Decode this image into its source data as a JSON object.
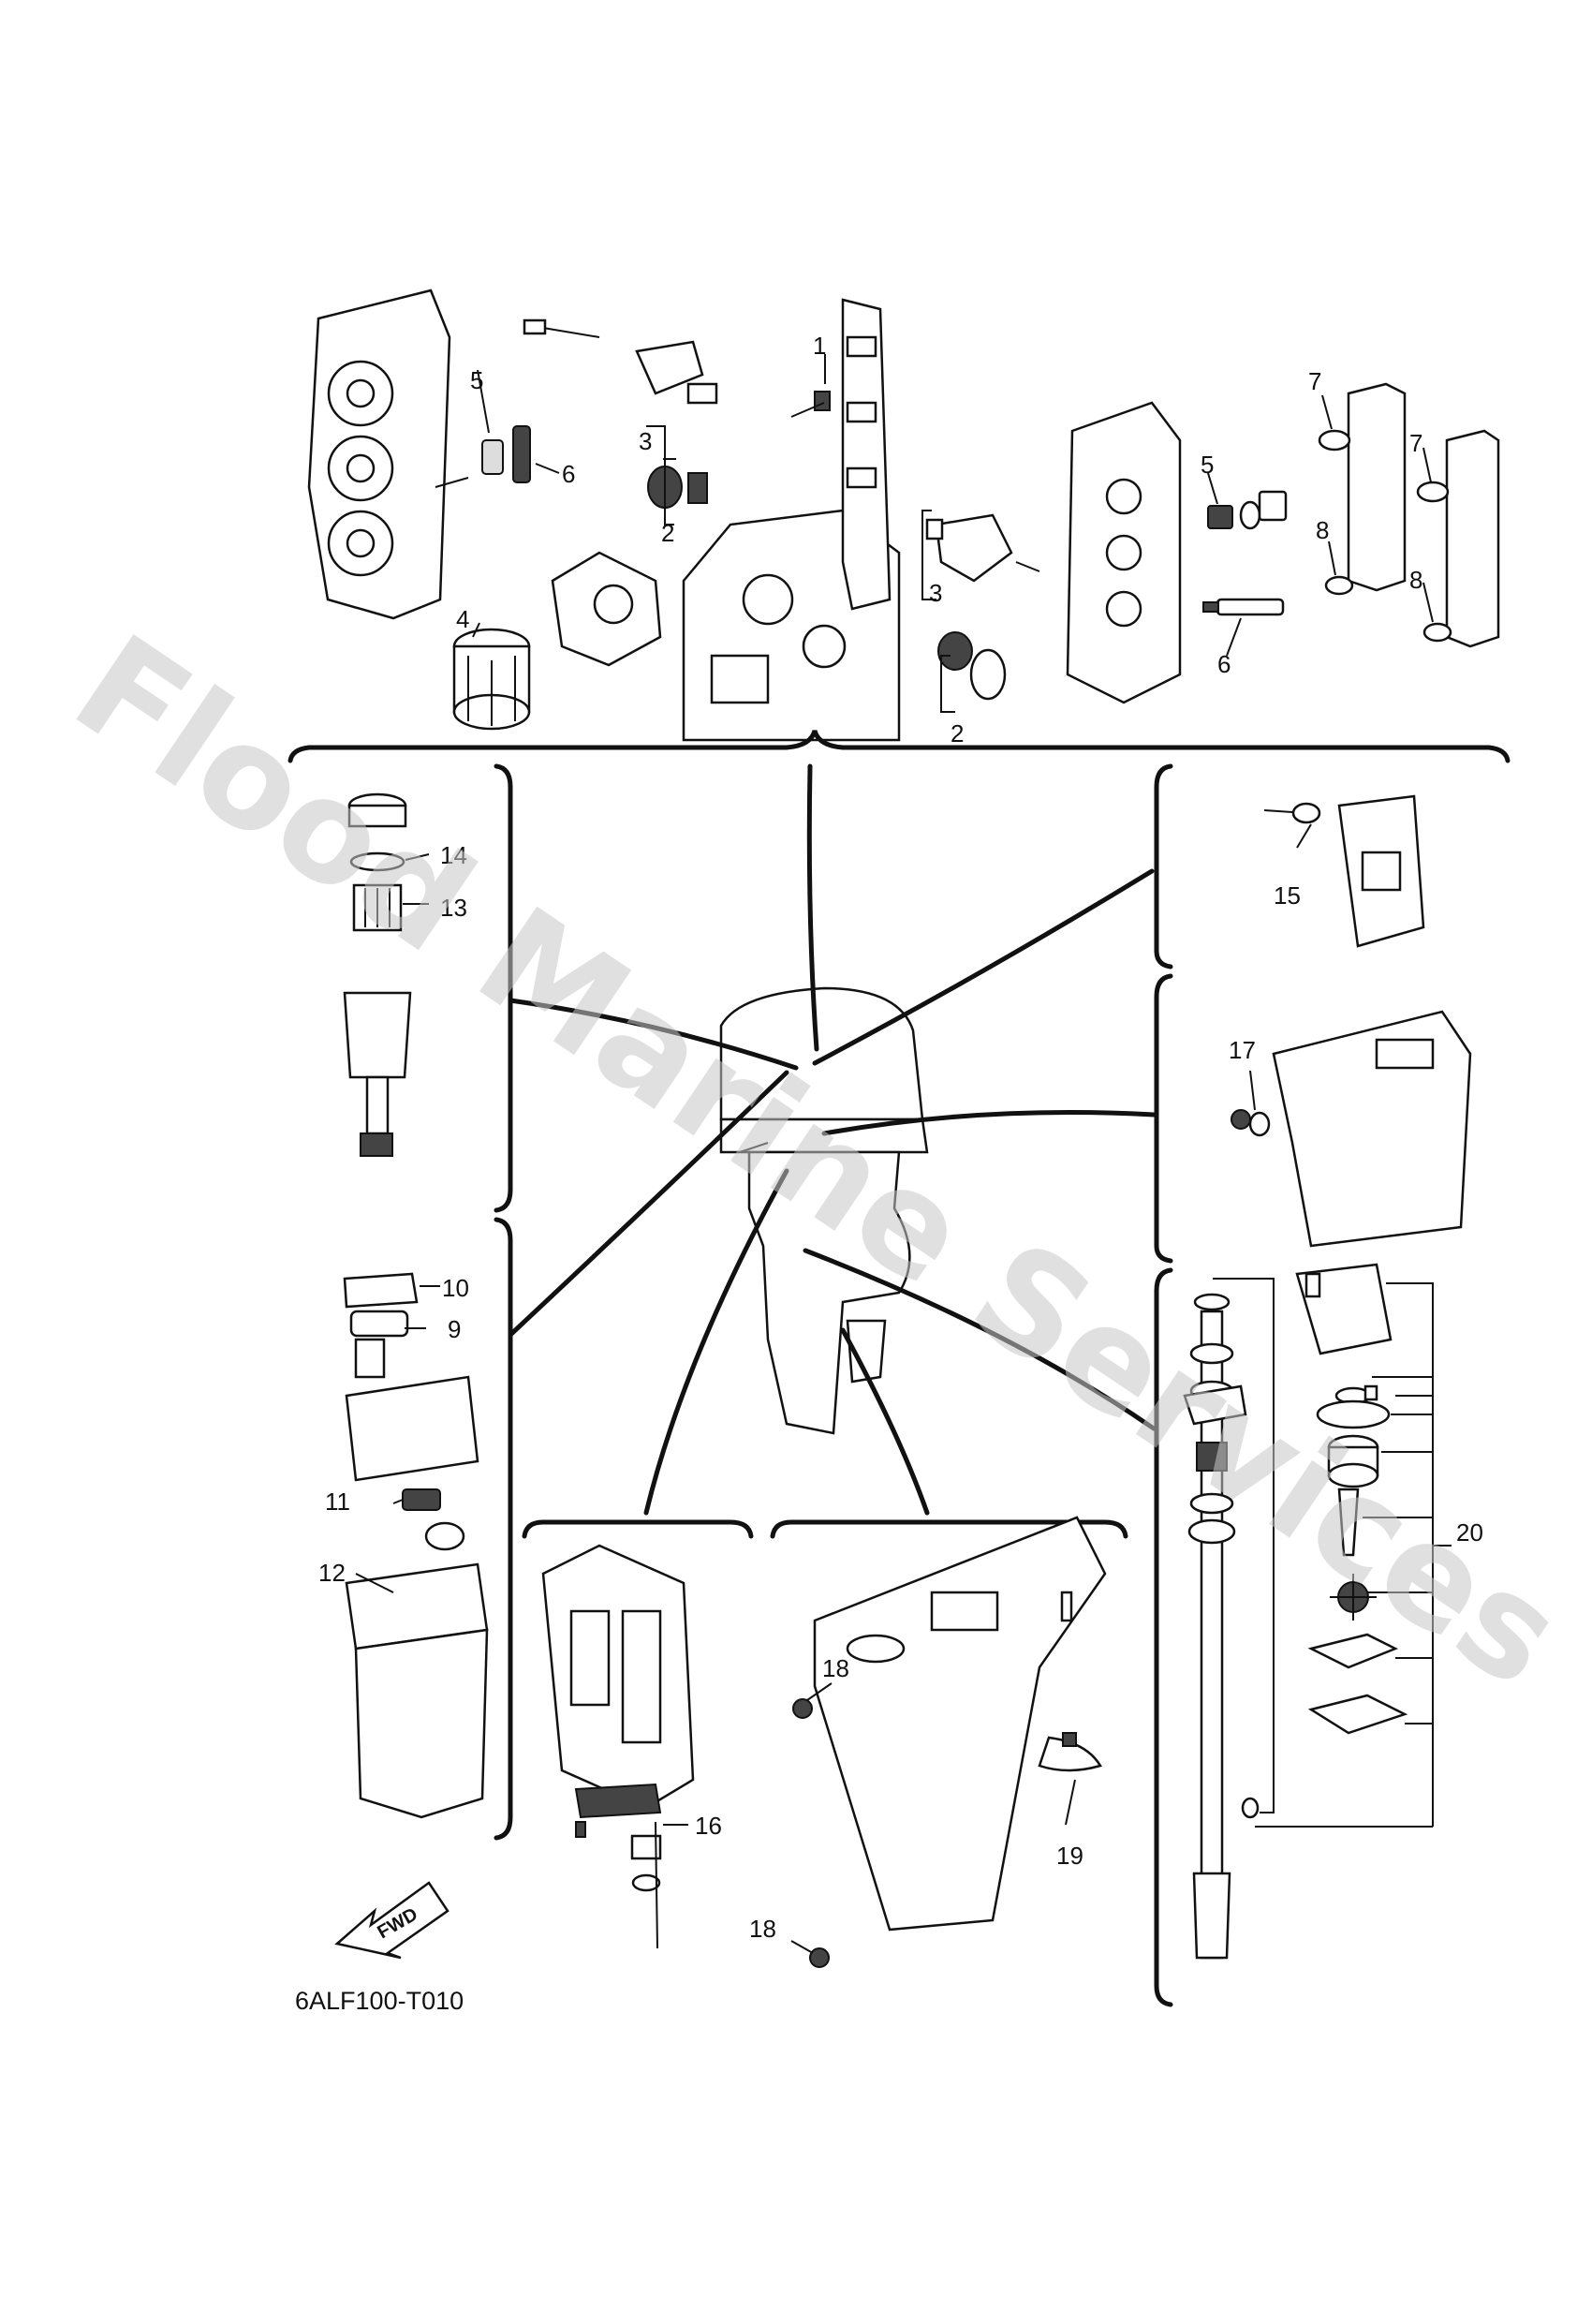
{
  "diagram_code": "6ALF100-T010",
  "watermark_text": "Flood Marine Services",
  "fwd_label": "FWD",
  "callouts": [
    "1",
    "2",
    "2",
    "3",
    "3",
    "4",
    "5",
    "5",
    "6",
    "6",
    "7",
    "7",
    "8",
    "8",
    "9",
    "10",
    "11",
    "12",
    "13",
    "14",
    "15",
    "16",
    "17",
    "18",
    "18",
    "19",
    "20"
  ],
  "colors": {
    "ink": "#111111",
    "watermark": "#c8c8c8",
    "background": "#ffffff"
  }
}
